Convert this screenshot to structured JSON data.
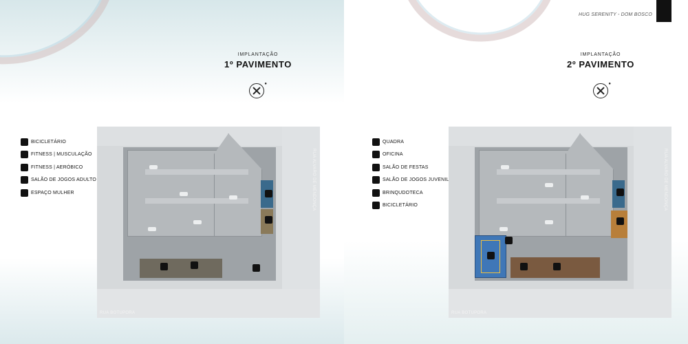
{
  "project_label": "HUG SERENITY - DOM BOSCO",
  "floors": [
    {
      "subtitle": "IMPLANTAÇÃO",
      "title": "1º PAVIMENTO",
      "legend": [
        "BICICLETÁRIO",
        "FITNESS | MUSCULAÇÃO",
        "FITNESS | AERÓBICO",
        "SALÃO DE JOGOS ADULTO",
        "ESPAÇO MULHER"
      ],
      "street_bottom": "RUA BOTUPORA",
      "street_right": "RUA ALVARO DE MENDONÇA"
    },
    {
      "subtitle": "IMPLANTAÇÃO",
      "title": "2º PAVIMENTO",
      "legend": [
        "QUADRA",
        "OFICINA",
        "SALÃO DE FESTAS",
        "SALÃO DE JOGOS JUVENIL",
        "BRINQUDOTECA",
        "BICICLETÁRIO"
      ],
      "street_bottom": "RUA BOTUPORA",
      "street_right": "RUA ALVARO DE MENDONÇA"
    }
  ],
  "colors": {
    "marker": "#111111",
    "court": "#3f77b7",
    "building": "#9ea3a7"
  },
  "icons": [
    "compass-icon",
    "compass-icon"
  ]
}
